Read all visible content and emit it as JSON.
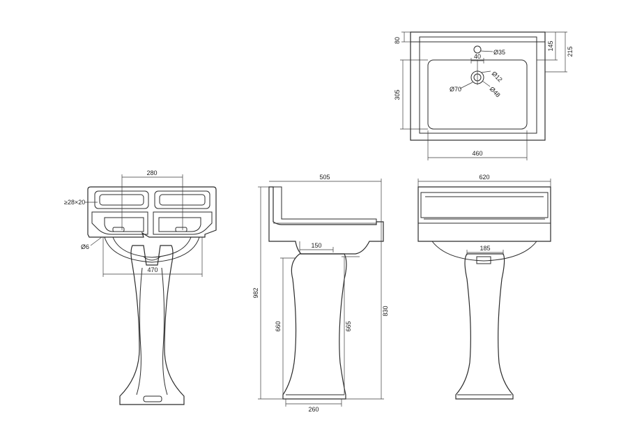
{
  "top_view": {
    "d_80": "80",
    "d_35": "Ø35",
    "d_40": "40",
    "d_12": "Ø12",
    "d_70": "Ø70",
    "d_48": "Ø48",
    "d_305": "305",
    "d_460": "460",
    "d_145": "145",
    "d_215": "215"
  },
  "back_view": {
    "d_280": "280",
    "d_slot": "≥28×20",
    "d_6": "Ø6",
    "d_470": "470"
  },
  "side_view": {
    "d_505": "505",
    "d_150": "150",
    "d_982": "982",
    "d_660": "660",
    "d_665": "665",
    "d_830": "830",
    "d_260": "260"
  },
  "front_view": {
    "d_620": "620",
    "d_185": "185"
  }
}
